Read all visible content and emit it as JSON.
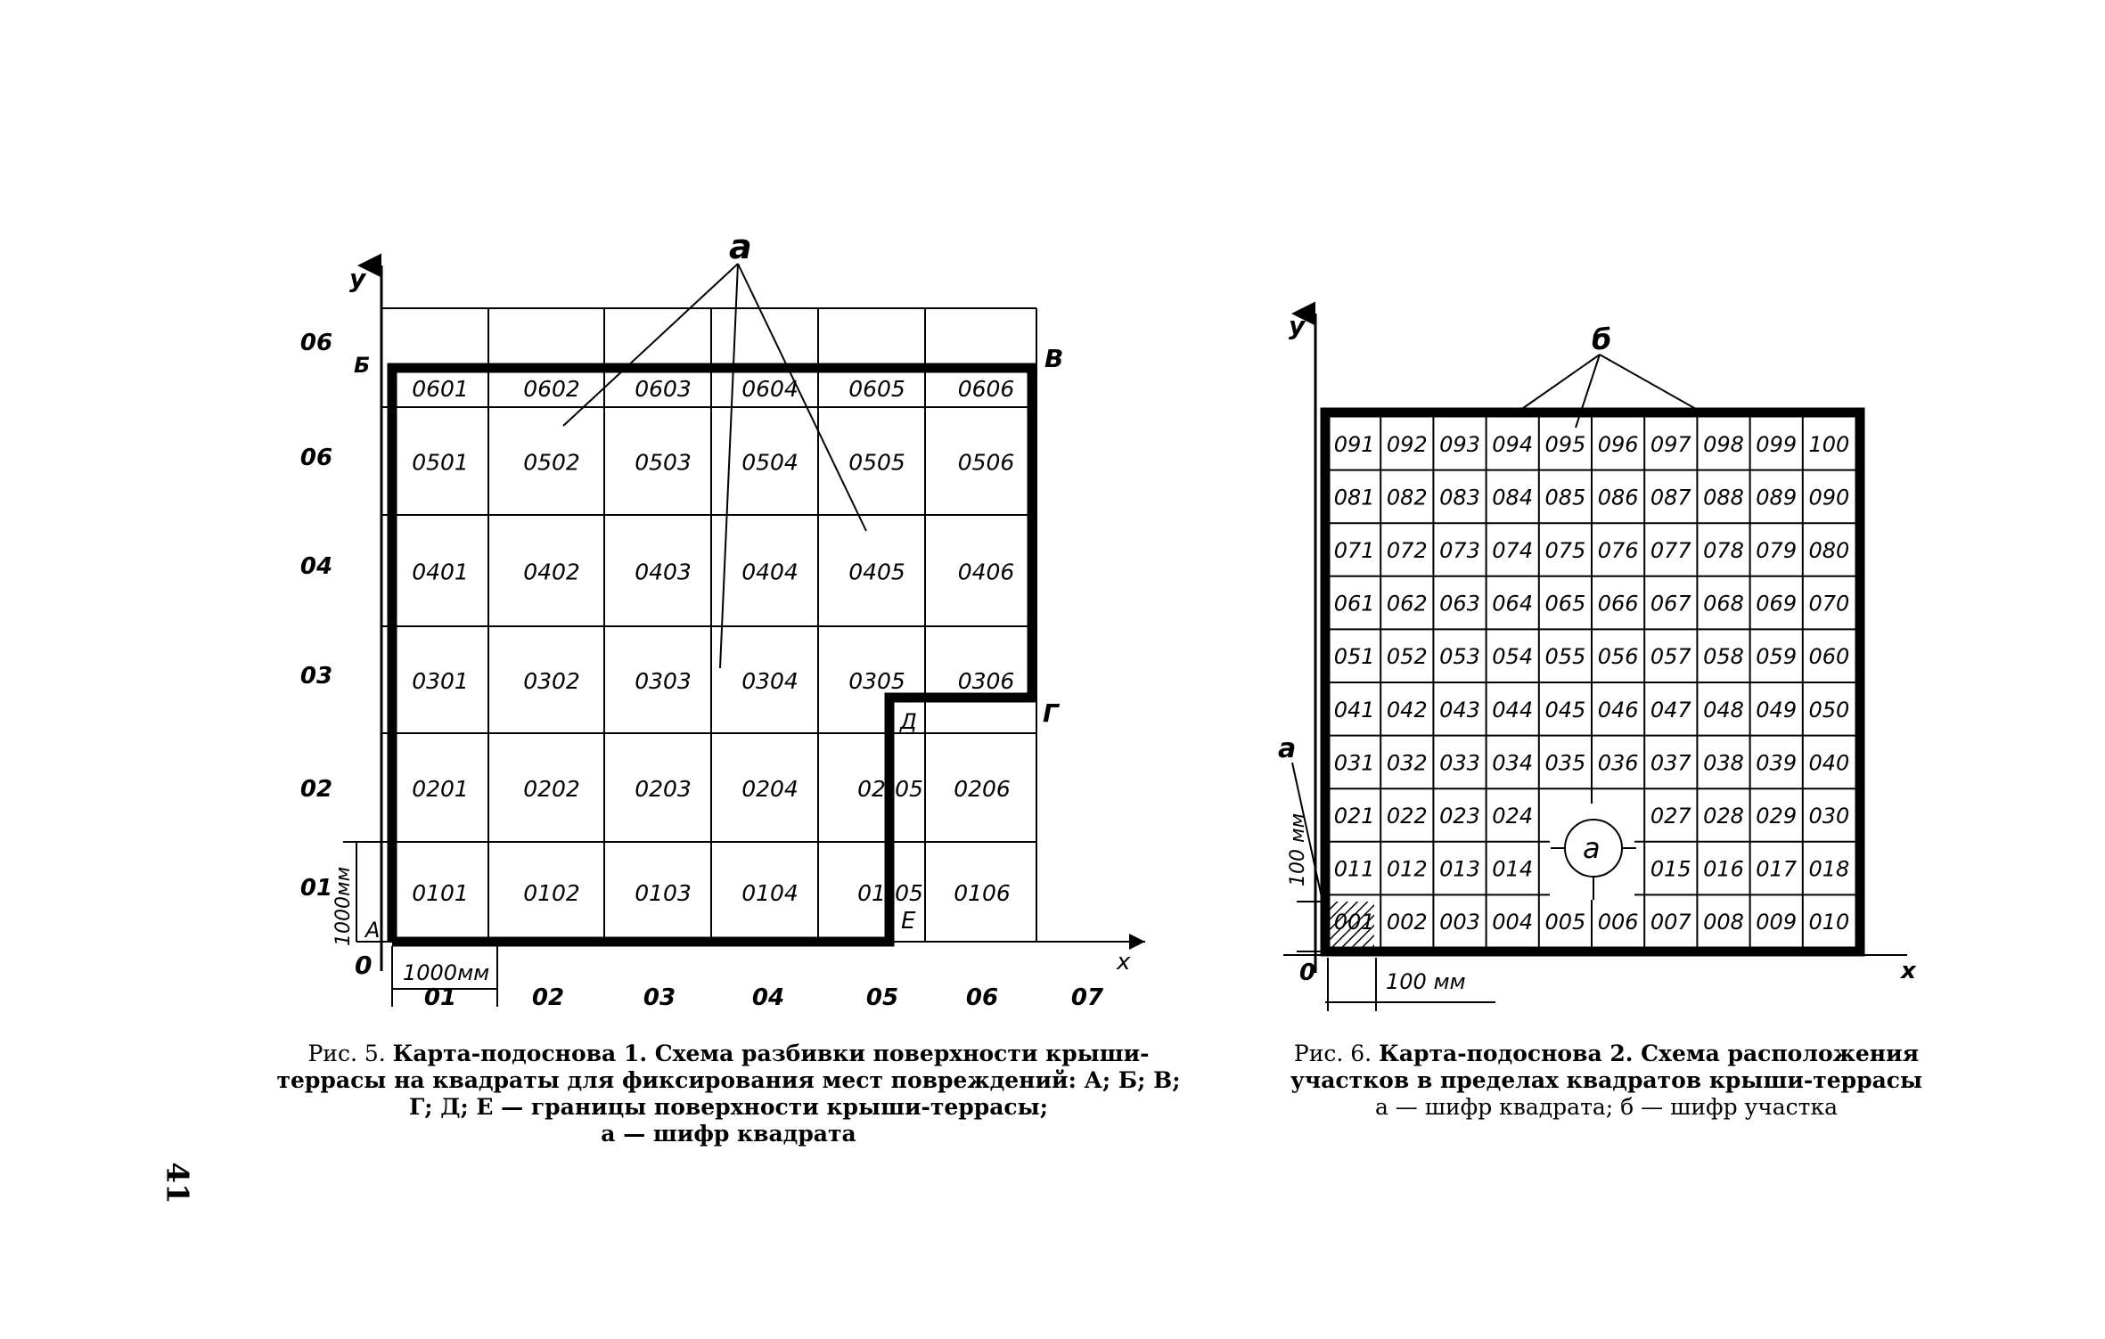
{
  "figure5": {
    "axis_y": "y",
    "axis_x": "x",
    "origin": "0",
    "row_labels": [
      "06",
      "06",
      "04",
      "03",
      "02",
      "01"
    ],
    "col_labels": [
      "01",
      "02",
      "03",
      "04",
      "05",
      "06",
      "07"
    ],
    "corners": {
      "A": "A",
      "B": "Б",
      "V": "В",
      "G": "Г",
      "D": "Д",
      "E": "Е"
    },
    "pointer_label": "a",
    "dim_horizontal": "1000мм",
    "dim_vertical": "1000мм",
    "rows": [
      [
        "0601",
        "0602",
        "0603",
        "0604",
        "0605",
        "0606"
      ],
      [
        "0501",
        "0502",
        "0503",
        "0504",
        "0505",
        "0506"
      ],
      [
        "0401",
        "0402",
        "0403",
        "0404",
        "0405",
        "0406"
      ],
      [
        "0301",
        "0302",
        "0303",
        "0304",
        "0305",
        "0306"
      ],
      [
        "0201",
        "0202",
        "0203",
        "0204",
        "02",
        "05",
        "0206"
      ],
      [
        "0101",
        "0102",
        "0103",
        "0104",
        "01",
        "05",
        "0106"
      ]
    ]
  },
  "figure6": {
    "axis_y": "y",
    "axis_x": "x",
    "origin": "0",
    "pointer_label_b": "б",
    "pointer_label_a": "a",
    "circle_label": "a",
    "dim_horizontal": "100 мм",
    "dim_vertical": "100 мм",
    "rows": [
      [
        "091",
        "092",
        "093",
        "094",
        "095",
        "096",
        "097",
        "098",
        "099",
        "100"
      ],
      [
        "081",
        "082",
        "083",
        "084",
        "085",
        "086",
        "087",
        "088",
        "089",
        "090"
      ],
      [
        "071",
        "072",
        "073",
        "074",
        "075",
        "076",
        "077",
        "078",
        "079",
        "080"
      ],
      [
        "061",
        "062",
        "063",
        "064",
        "065",
        "066",
        "067",
        "068",
        "069",
        "070"
      ],
      [
        "051",
        "052",
        "053",
        "054",
        "055",
        "056",
        "057",
        "058",
        "059",
        "060"
      ],
      [
        "041",
        "042",
        "043",
        "044",
        "045",
        "046",
        "047",
        "048",
        "049",
        "050"
      ],
      [
        "031",
        "032",
        "033",
        "034",
        "035",
        "036",
        "037",
        "038",
        "039",
        "040"
      ],
      [
        "021",
        "022",
        "023",
        "024",
        "",
        "",
        "027",
        "028",
        "029",
        "030"
      ],
      [
        "011",
        "012",
        "013",
        "014",
        "",
        "",
        "015",
        "016",
        "017",
        "018"
      ],
      [
        "001",
        "002",
        "003",
        "004",
        "005",
        "006",
        "007",
        "008",
        "009",
        "010"
      ]
    ]
  },
  "captions": {
    "fig5_lead": "Рис. 5.",
    "fig5_text": "Карта-подоснова 1. Схема разбивки поверхности крыши-террасы на квадраты для фиксирования мест повреждений: А; Б; В; Г; Д; Е — границы поверхности крыши-террасы;",
    "fig5_tail": "а — шифр квадрата",
    "fig6_lead": "Рис. 6.",
    "fig6_text": "Карта-подоснова 2. Схема расположения участков в пределах квадратов крыши-террасы",
    "fig6_tail": "а — шифр квадрата; б — шифр участка"
  },
  "page_number": "41"
}
